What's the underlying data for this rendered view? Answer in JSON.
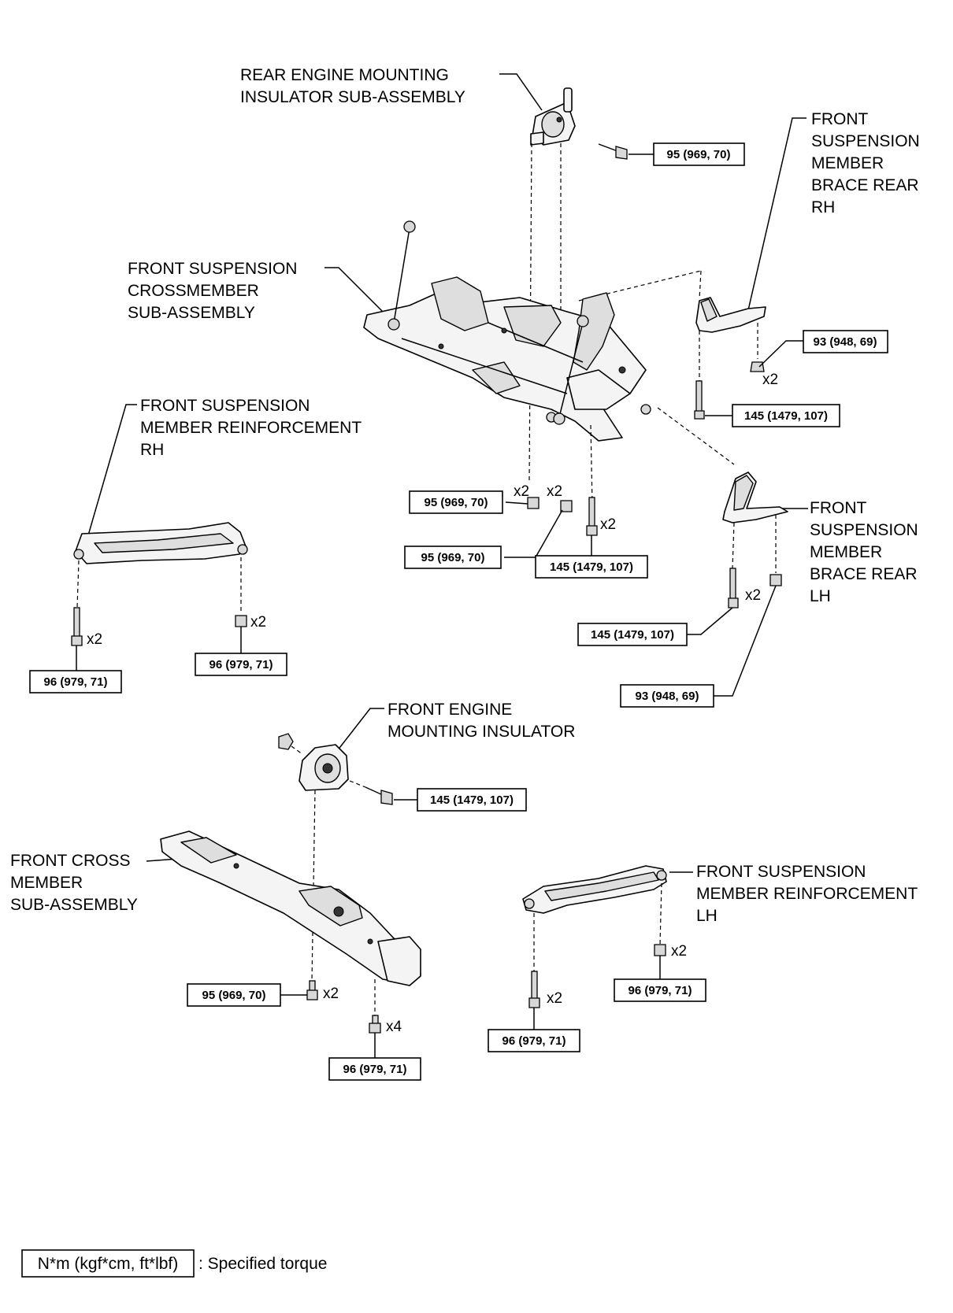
{
  "parts": {
    "rear_engine_mount": [
      "REAR ENGINE MOUNTING",
      "INSULATOR SUB-ASSEMBLY"
    ],
    "crossmember": [
      "FRONT SUSPENSION",
      "CROSSMEMBER",
      "SUB-ASSEMBLY"
    ],
    "brace_rear_rh": [
      "FRONT",
      "SUSPENSION",
      "MEMBER",
      "BRACE REAR",
      "RH"
    ],
    "reinforcement_rh": [
      "FRONT SUSPENSION",
      "MEMBER REINFORCEMENT",
      "RH"
    ],
    "brace_rear_lh": [
      "FRONT",
      "SUSPENSION",
      "MEMBER",
      "BRACE REAR",
      "LH"
    ],
    "front_engine_mount": [
      "FRONT ENGINE",
      "MOUNTING INSULATOR"
    ],
    "front_cross_member": [
      "FRONT CROSS",
      "MEMBER",
      "SUB-ASSEMBLY"
    ],
    "reinforcement_lh": [
      "FRONT SUSPENSION",
      "MEMBER REINFORCEMENT",
      "LH"
    ]
  },
  "torques": {
    "rear_mount_bolt": "95 (969, 70)",
    "brace_rh_bolt": "93 (948, 69)",
    "brace_rh_long_bolt": "145 (1479, 107)",
    "cross_left_nut": "95 (969, 70)",
    "cross_left_bolt": "95 (969, 70)",
    "cross_center_bolt": "145 (1479, 107)",
    "brace_lh_long_bolt": "145 (1479, 107)",
    "brace_lh_bolt": "93 (948, 69)",
    "reinf_rh_left": "96 (979, 71)",
    "reinf_rh_right": "96 (979, 71)",
    "front_mount_bolt": "145 (1479, 107)",
    "front_cross_bolt_a": "95 (969, 70)",
    "front_cross_bolt_b": "96 (979, 71)",
    "reinf_lh_left": "96 (979, 71)",
    "reinf_lh_right": "96 (979, 71)"
  },
  "quantities": {
    "brace_rh_bolt": "x2",
    "cross_nut": "x2",
    "cross_bolt": "x2",
    "cross_center": "x2",
    "brace_lh": "x2",
    "reinf_rh_left": "x2",
    "reinf_rh_right": "x2",
    "front_cross_a": "x2",
    "front_cross_b": "x4",
    "reinf_lh_left": "x2",
    "reinf_lh_right": "x2"
  },
  "legend": {
    "box_text": "N*m (kgf*cm, ft*lbf)",
    "description": ": Specified torque"
  }
}
